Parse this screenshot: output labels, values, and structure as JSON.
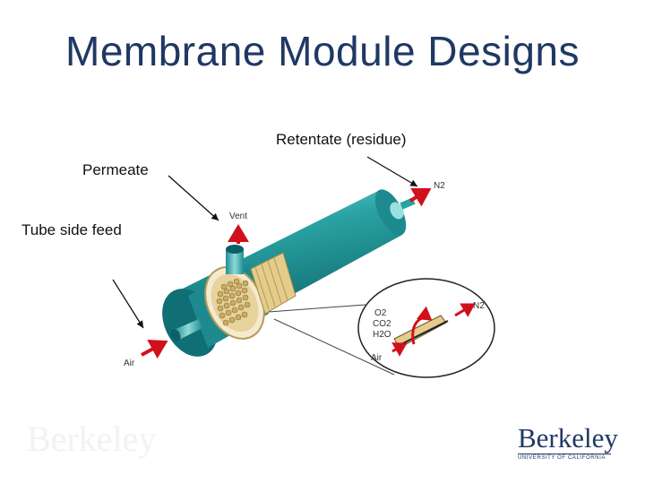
{
  "slide": {
    "title": "Membrane Module Designs",
    "labels": {
      "retentate": "Retentate (residue)",
      "permeate": "Permeate",
      "tube_feed": "Tube side feed"
    },
    "watermark": "Berkeley"
  },
  "diagram": {
    "labels": {
      "n2_out": "N2",
      "vent": "Vent",
      "air_in": "Air",
      "inset_n2": "N2",
      "inset_o2": "O2",
      "inset_co2": "CO2",
      "inset_h2o": "H2O",
      "inset_air": "Air"
    }
  },
  "logo": {
    "name": "Berkeley",
    "subtitle": "UNIVERSITY OF CALIFORNIA"
  },
  "colors": {
    "title": "#1f3864",
    "cylinder": "#2aa3a3",
    "arrow": "#d0111b",
    "fiber": "#d9c48a"
  }
}
